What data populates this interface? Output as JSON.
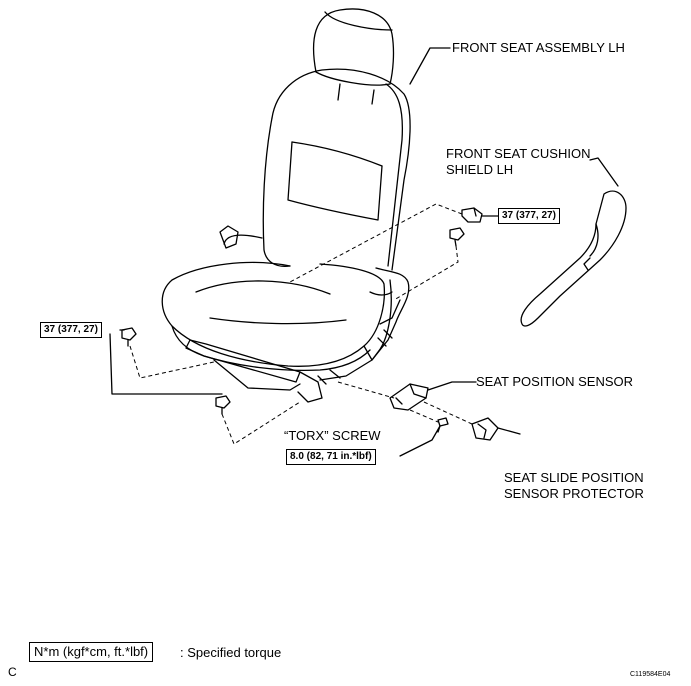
{
  "labels": {
    "front_seat_assembly": "FRONT SEAT ASSEMBLY LH",
    "cushion_shield_line1": "FRONT SEAT CUSHION",
    "cushion_shield_line2": "SHIELD LH",
    "seat_position_sensor": "SEAT POSITION SENSOR",
    "torx_screw": "“TORX” SCREW",
    "protector_line1": "SEAT SLIDE POSITION",
    "protector_line2": "SENSOR PROTECTOR"
  },
  "torques": {
    "upper_right": "37 (377, 27)",
    "left": "37 (377, 27)",
    "screw": "8.0 (82, 71 in.*lbf)"
  },
  "legend": {
    "unit": "N*m (kgf*cm, ft.*lbf)",
    "description": ": Specified torque"
  },
  "corner_letter": "C",
  "figure_id": "C119584E04"
}
